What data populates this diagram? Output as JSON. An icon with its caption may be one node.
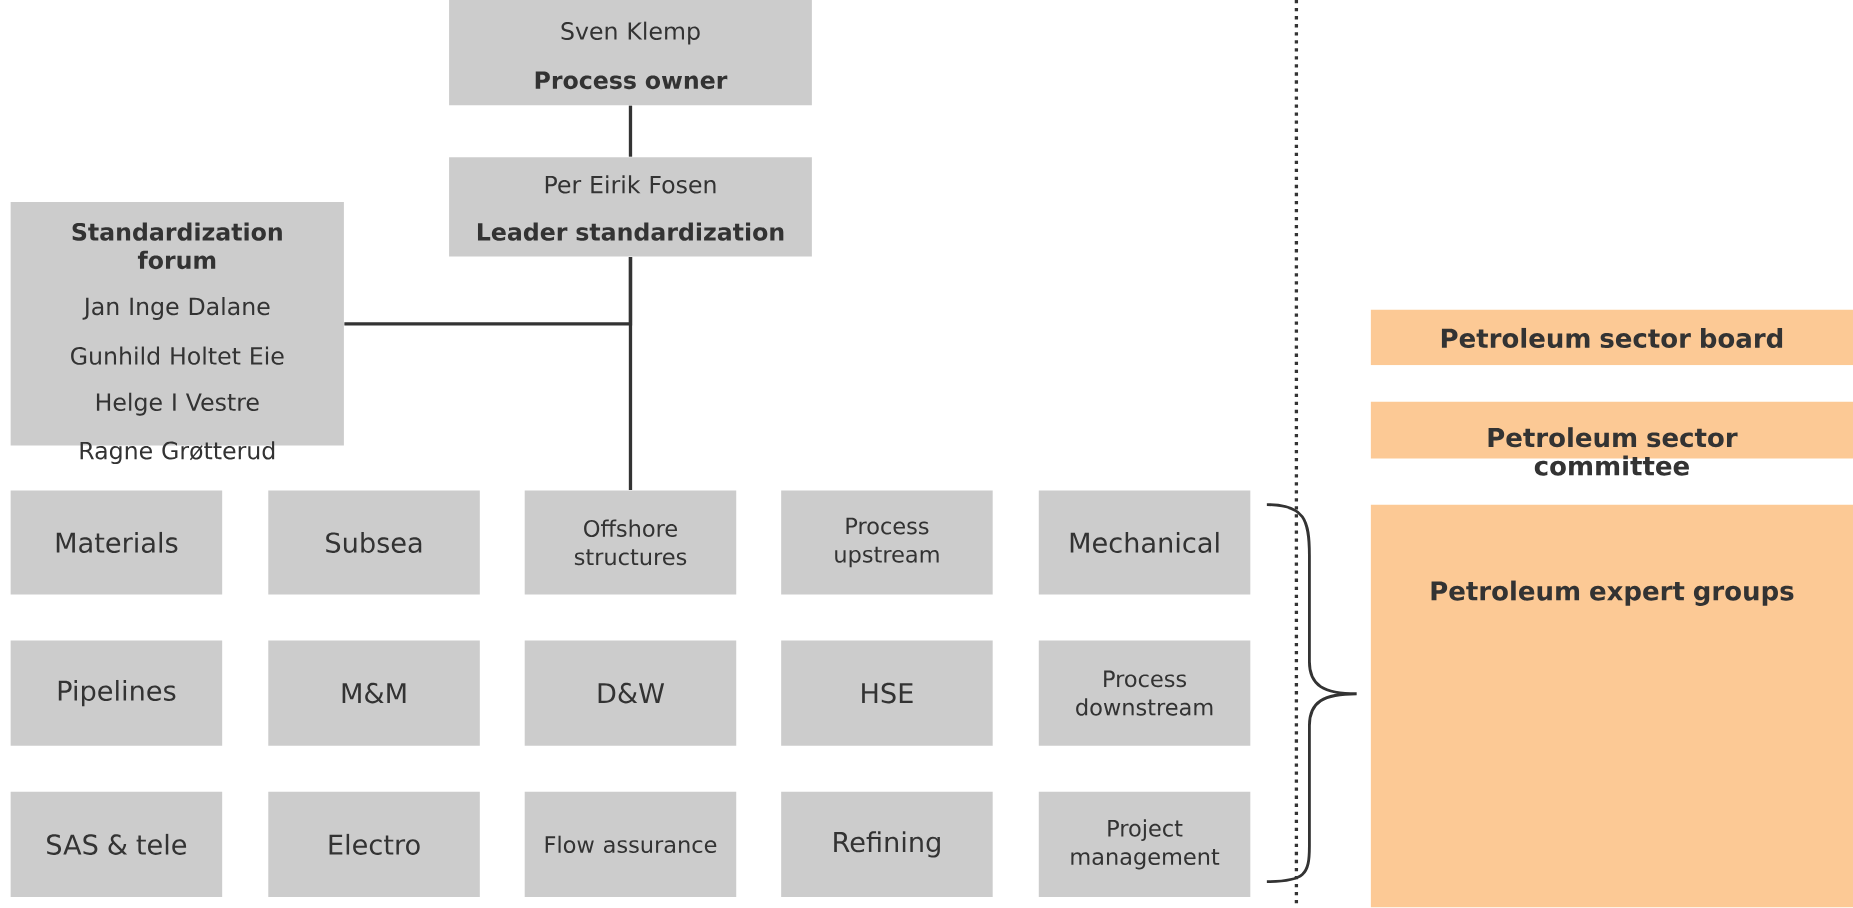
{
  "diagram": {
    "nodes": [
      {
        "text": [
          "Sven Klemp",
          "Process owner"
        ]
      },
      {
        "text": [
          "Per Eirik Fosen",
          "Leader standardization"
        ]
      },
      {
        "text": [
          "Standardization forum",
          "Jan Inge Dalane",
          "Gunhild Holtet Eie",
          "Helge I Vestre",
          "Ragne Grøtterud"
        ]
      },
      {
        "text": [
          "Materials"
        ]
      },
      {
        "text": [
          "Subsea"
        ]
      },
      {
        "text": [
          "Offshore structures"
        ]
      },
      {
        "text": [
          "Process upstream"
        ]
      },
      {
        "text": [
          "Mechanical"
        ]
      },
      {
        "text": [
          "Pipelines"
        ]
      },
      {
        "text": [
          "M&M"
        ]
      },
      {
        "text": [
          "D&W"
        ]
      },
      {
        "text": [
          "HSE"
        ]
      },
      {
        "text": [
          "Process downstream"
        ]
      },
      {
        "text": [
          "SAS & tele"
        ]
      },
      {
        "text": [
          "Electro"
        ]
      },
      {
        "text": [
          "Flow assurance"
        ]
      },
      {
        "text": [
          "Refining"
        ]
      },
      {
        "text": [
          "Project management"
        ]
      },
      {
        "text": [
          "Petroleum sector board"
        ]
      },
      {
        "text": [
          "Petroleum sector committee"
        ]
      },
      {
        "text": [
          "Petroleum expert groups"
        ]
      }
    ],
    "edges": [
      {
        "from": 0,
        "to": 1,
        "arrow": "none"
      },
      {
        "from": 1,
        "to": 5,
        "arrow": "none"
      },
      {
        "from": 2,
        "to": 1,
        "arrow": "none"
      }
    ]
  }
}
